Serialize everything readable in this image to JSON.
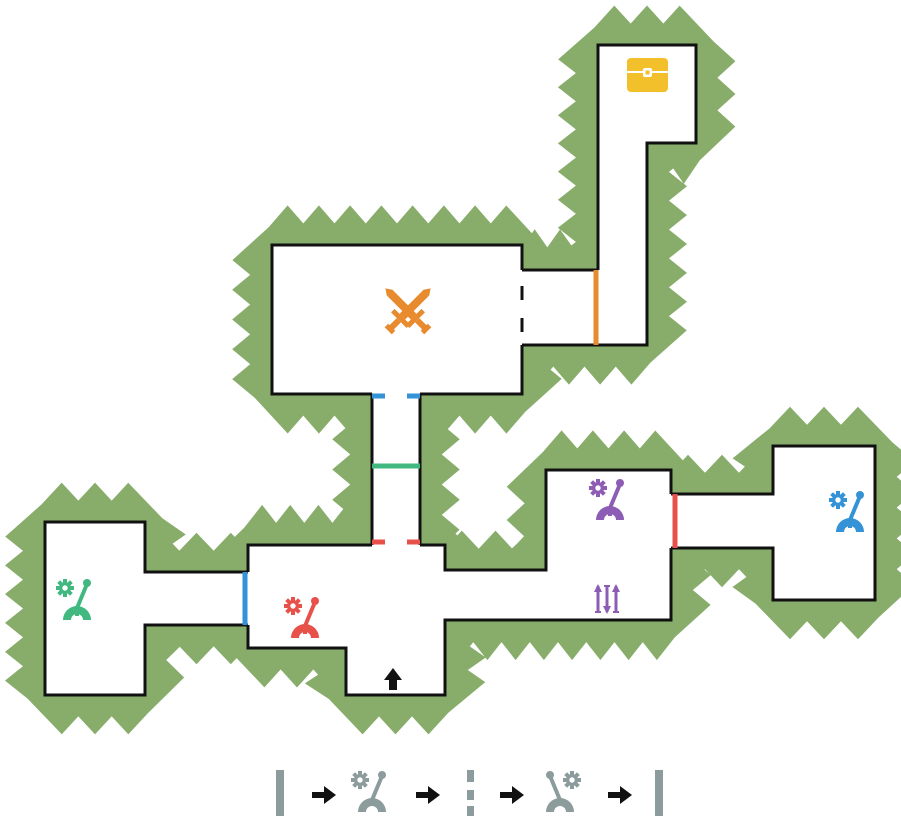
{
  "palette": {
    "foliage": "#88ad6b",
    "wall": "#111111",
    "floor": "#ffffff",
    "legend_grey": "#8c9c9c"
  },
  "doors": [
    {
      "id": "orange-door",
      "color": "#e88a2e"
    },
    {
      "id": "blue-door-top",
      "color": "#3393d6"
    },
    {
      "id": "green-door",
      "color": "#40b880"
    },
    {
      "id": "red-door-bottom",
      "color": "#e8514a"
    },
    {
      "id": "blue-door-left",
      "color": "#3393d6"
    },
    {
      "id": "red-door-right",
      "color": "#e8514a"
    }
  ],
  "items": [
    {
      "name": "treasure-chest-icon",
      "color": "#f2c02b"
    },
    {
      "name": "crossed-swords-icon",
      "color": "#e88a2e"
    },
    {
      "name": "lever-icon-purple",
      "color": "#8d5cb5"
    },
    {
      "name": "triple-arrows-icon",
      "color": "#8d5cb5"
    },
    {
      "name": "lever-icon-blue",
      "color": "#3393d6"
    },
    {
      "name": "lever-icon-green",
      "color": "#40b880"
    },
    {
      "name": "lever-icon-red",
      "color": "#e8514a"
    },
    {
      "name": "entrance-arrow-icon",
      "color": "#111111"
    }
  ],
  "legend": {
    "sequence": [
      "wall",
      "arrow",
      "lever-left",
      "arrow",
      "gap",
      "arrow",
      "lever-right",
      "arrow",
      "wall"
    ],
    "color": "#8c9c9c"
  }
}
